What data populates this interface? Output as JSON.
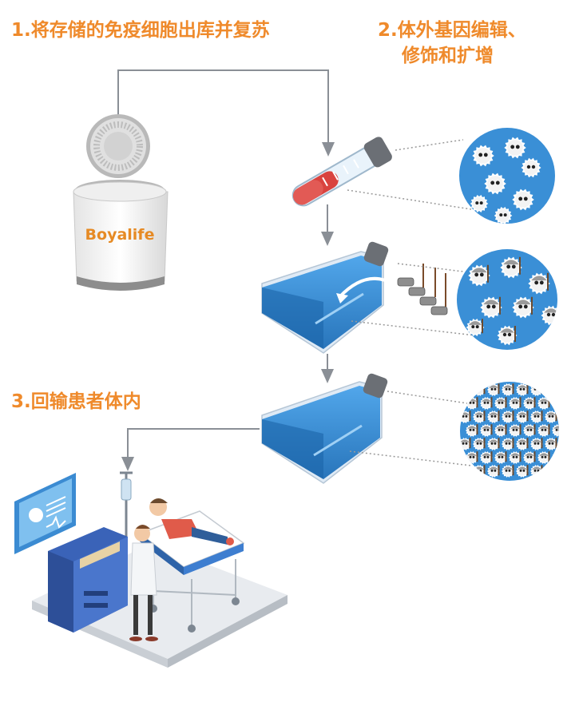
{
  "steps": {
    "step1": "1.将存储的免疫细胞出库并复苏",
    "step2_line1": "2.体外基因编辑、",
    "step2_line2": "修饰和扩增",
    "step3": "3.回输患者体内"
  },
  "brand_logo_text": "Boyalife",
  "colors": {
    "label_orange": "#ef8a2b",
    "flask_blue": "#2f8fd8",
    "circle_blue": "#3a8fd6",
    "tube_red": "#d9433f",
    "arrow_gray": "#8a8f96"
  }
}
